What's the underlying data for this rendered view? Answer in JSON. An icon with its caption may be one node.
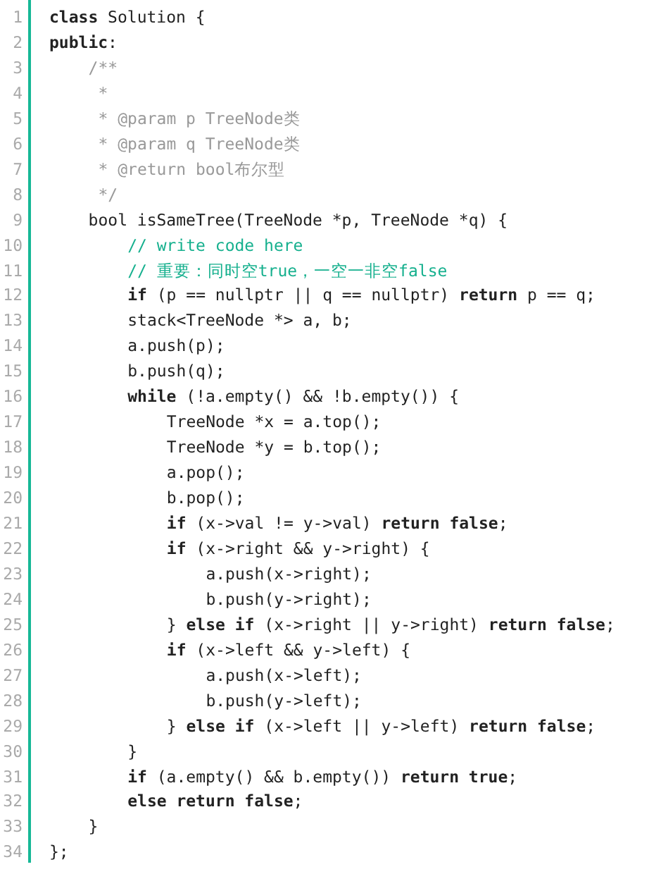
{
  "diagram": {
    "labels": [
      "1",
      "**class** Solution {",
      "2",
      "**public**:",
      "3",
      "/**",
      "4",
      "*",
      "5",
      "* @param p TreeNode类",
      "6",
      "* @param q TreeNode类",
      "7",
      "* @return bool布尔型",
      "8",
      "*/",
      "9",
      "bool isSameTree(TreeNode *p, TreeNode *q) {",
      "10",
      "// write code here",
      "11",
      "// 重要：同时空true，一空一非空false",
      "12",
      "**if** (p == nullptr || q == nullptr) **return** p == q;",
      "13",
      "stack<TreeNode *> a, b;",
      "14",
      "a.push(p);",
      "15",
      "b.push(q);",
      "16",
      "**while** (!a.empty() && !b.empty()) {",
      "17",
      "TreeNode *x = a.top();",
      "18",
      "TreeNode *y = b.top();",
      "19",
      "a.pop();",
      "20",
      "b.pop();",
      "21",
      "**if** (x->val != y->val) **return false**;",
      "22",
      "**if** (x->right && y->right) {",
      "23",
      "a.push(x->right);",
      "24",
      "b.push(y->right);",
      "25",
      "} **else if** (x->right || y->right) **return false**;",
      "26",
      "**if** (x->left && y->left) {",
      "27",
      "a.push(x->left);",
      "28",
      "b.push(y->left);",
      "29",
      "} **else if** (x->left || y->left) **return false**;",
      "30",
      "}",
      "31",
      "**if** (a.empty() && b.empty()) **return true**;",
      "32",
      "**else return false**;",
      "33",
      "}",
      "34",
      "};"
    ]
  }
}
